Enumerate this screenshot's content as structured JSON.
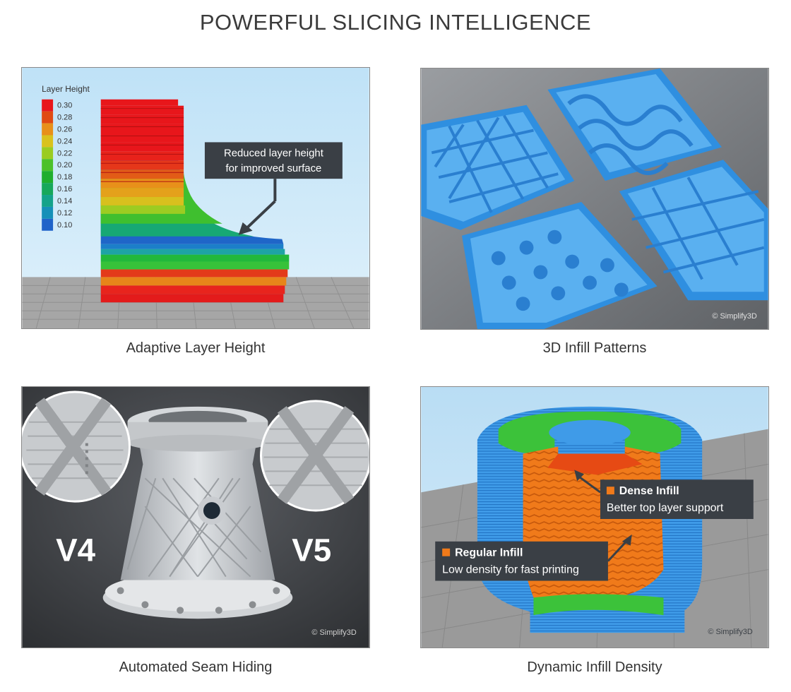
{
  "heading": "POWERFUL SLICING INTELLIGENCE",
  "features": [
    {
      "caption": "Adaptive Layer Height",
      "legend": {
        "title": "Layer Height",
        "items": [
          {
            "label": "0.30",
            "color": "#e8161b"
          },
          {
            "label": "0.28",
            "color": "#e04a12"
          },
          {
            "label": "0.26",
            "color": "#e8901a"
          },
          {
            "label": "0.24",
            "color": "#d9c21e"
          },
          {
            "label": "0.22",
            "color": "#9acc22"
          },
          {
            "label": "0.20",
            "color": "#4cc12a"
          },
          {
            "label": "0.18",
            "color": "#1fae2e"
          },
          {
            "label": "0.16",
            "color": "#17a85b"
          },
          {
            "label": "0.14",
            "color": "#14a38a"
          },
          {
            "label": "0.12",
            "color": "#1590b8"
          },
          {
            "label": "0.10",
            "color": "#1f63c9"
          }
        ]
      },
      "callout_line1": "Reduced layer height",
      "callout_line2": "for improved surface"
    },
    {
      "caption": "3D Infill Patterns",
      "watermark": "© Simplify3D"
    },
    {
      "caption": "Automated Seam Hiding",
      "label_left": "V4",
      "label_right": "V5",
      "watermark": "© Simplify3D"
    },
    {
      "caption": "Dynamic Infill Density",
      "dense_title": "Dense Infill",
      "dense_sub": "Better top layer support",
      "regular_title": "Regular Infill",
      "regular_sub": "Low density for fast printing",
      "watermark": "© Simplify3D"
    }
  ],
  "colors": {
    "accent_orange": "#f07a1a",
    "callout_bg": "#3a3f45",
    "infill_blue": "#3f9be8"
  }
}
